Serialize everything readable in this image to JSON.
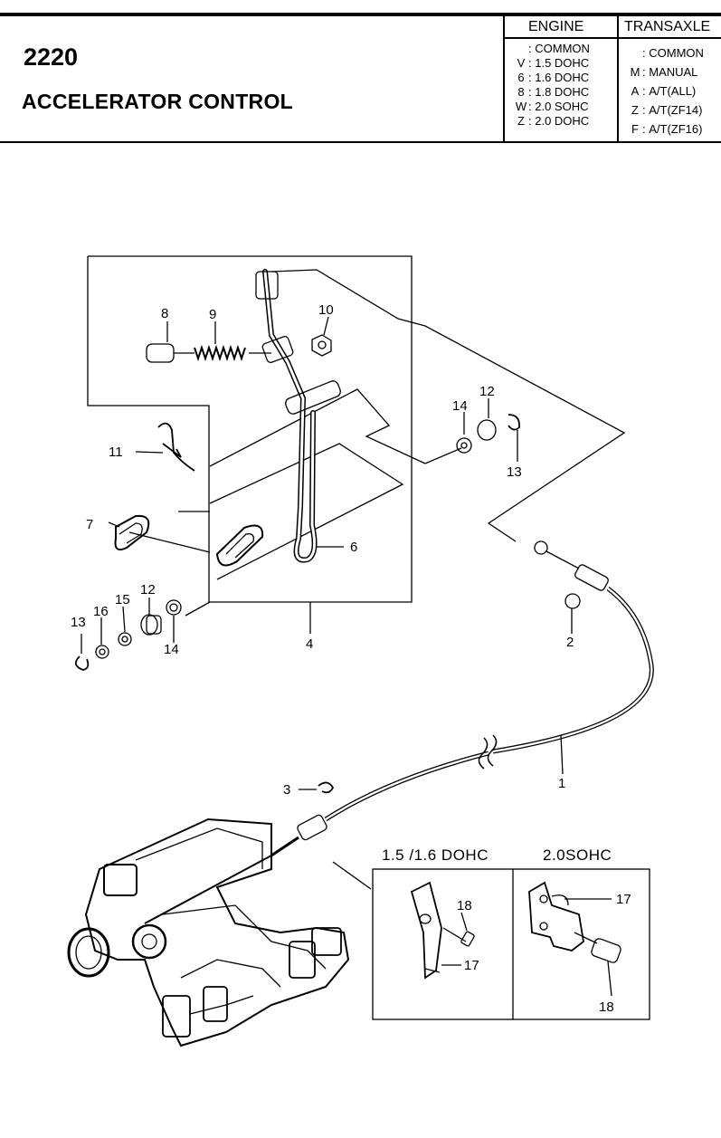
{
  "header": {
    "code": "2220",
    "title": "ACCELERATOR CONTROL"
  },
  "legend": {
    "engine_header": "ENGINE",
    "transaxle_header": "TRANSAXLE",
    "engine": [
      {
        "key": "",
        "value": "COMMON"
      },
      {
        "key": "V",
        "value": "1.5 DOHC"
      },
      {
        "key": "6",
        "value": "1.6 DOHC"
      },
      {
        "key": "8",
        "value": "1.8 DOHC"
      },
      {
        "key": "W",
        "value": "2.0 SOHC"
      },
      {
        "key": "Z",
        "value": "2.0 DOHC"
      }
    ],
    "transaxle": [
      {
        "key": "",
        "value": "COMMON"
      },
      {
        "key": "M",
        "value": "MANUAL"
      },
      {
        "key": "A",
        "value": "A/T(ALL)"
      },
      {
        "key": "Z",
        "value": "A/T(ZF14)"
      },
      {
        "key": "F",
        "value": "A/T(ZF16)"
      }
    ]
  },
  "diagram": {
    "callouts": {
      "p1": "1",
      "p2": "2",
      "p3": "3",
      "p4": "4",
      "p6": "6",
      "p7": "7",
      "p8": "8",
      "p9": "9",
      "p10": "10",
      "p11": "11",
      "p12a": "12",
      "p13a": "13",
      "p14a": "14",
      "p12b": "12",
      "p13b": "13",
      "p14b": "14",
      "p15": "15",
      "p16": "16",
      "p17a": "17",
      "p18a": "18",
      "p17b": "17",
      "p18b": "18"
    },
    "inset_labels": {
      "left": "1.5 /1.6 DOHC",
      "right": "2.0SOHC"
    }
  }
}
